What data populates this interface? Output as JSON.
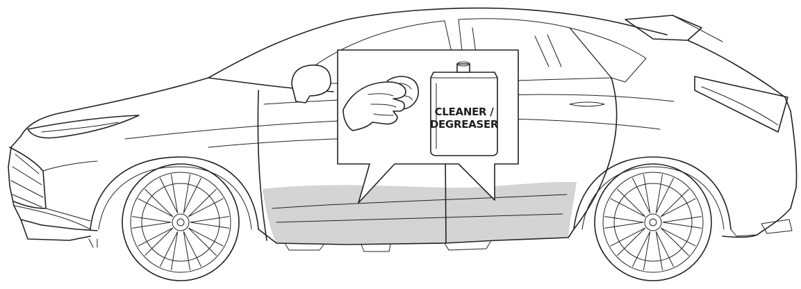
{
  "illustration": {
    "subject": "SUV side view",
    "callout": {
      "can_label_line1": "CLEANER /",
      "can_label_line2": "DEGREASER"
    },
    "highlight_color": "#d4d4d4",
    "line_color": "#231f20"
  }
}
